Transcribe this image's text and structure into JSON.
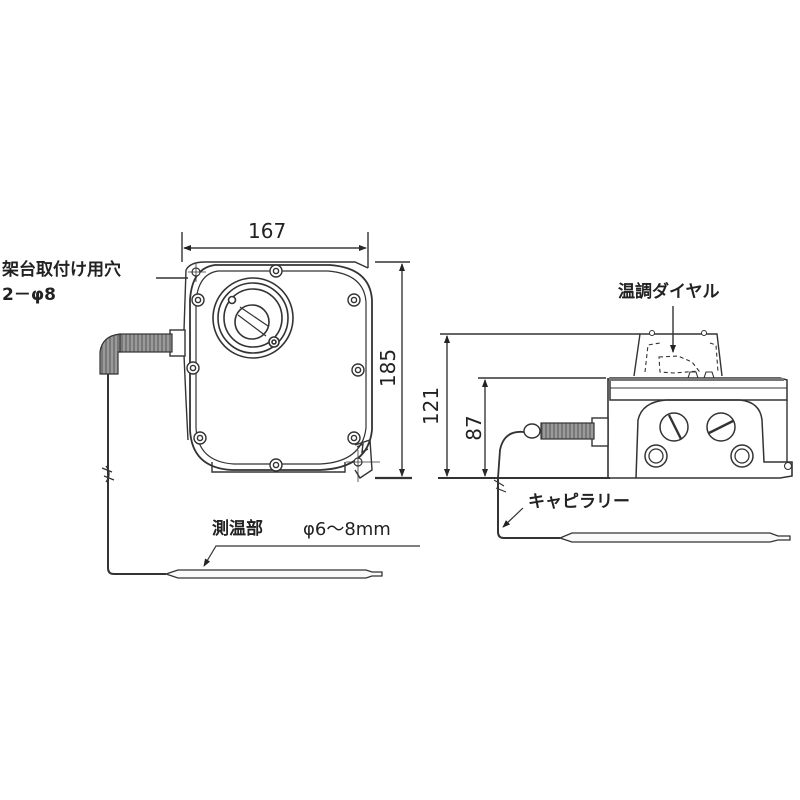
{
  "drawing": {
    "type": "dimension-drawing",
    "subject": "Temperature controller (capillary thermostat) outline",
    "line_color": "#333333",
    "fill_color": "#ffffff",
    "shade_color": "#8a8a8a"
  },
  "front_view": {
    "mount_hole_label": "架台取付け用穴",
    "mount_hole_spec": "2－φ8",
    "width_dim": "167",
    "height_dim": "185",
    "sensor_label": "測温部",
    "sensor_diameter": "φ6～8mm"
  },
  "side_view": {
    "dial_label": "温調ダイヤル",
    "total_height_dim": "121",
    "body_height_dim": "87",
    "capillary_label": "キャピラリー"
  }
}
